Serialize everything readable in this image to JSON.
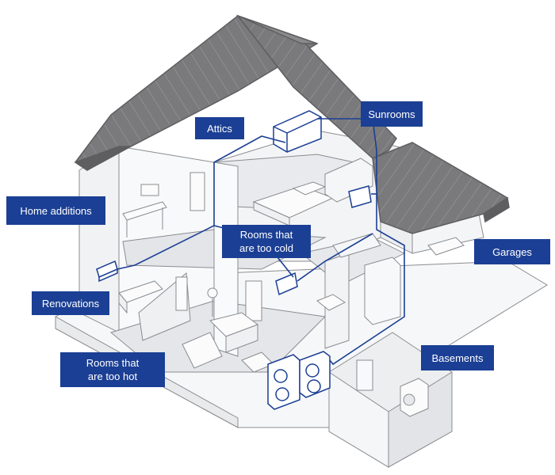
{
  "labels": {
    "attics": "Attics",
    "sunrooms": "Sunrooms",
    "home_additions": "Home additions",
    "rooms_too_cold": [
      "Rooms that",
      "are too cold"
    ],
    "garages": "Garages",
    "renovations": "Renovations",
    "rooms_too_hot": [
      "Rooms that",
      "are too hot"
    ],
    "basements": "Basements"
  },
  "colors": {
    "label_bg": "#1b3f94",
    "label_text": "#ffffff",
    "roof": "#7a7a7c",
    "roof_lines": "#5e5e60",
    "wall": "#f3f4f5",
    "floor": "#e4e6e9",
    "outline": "#707276",
    "pipe": "#1b3f94"
  }
}
